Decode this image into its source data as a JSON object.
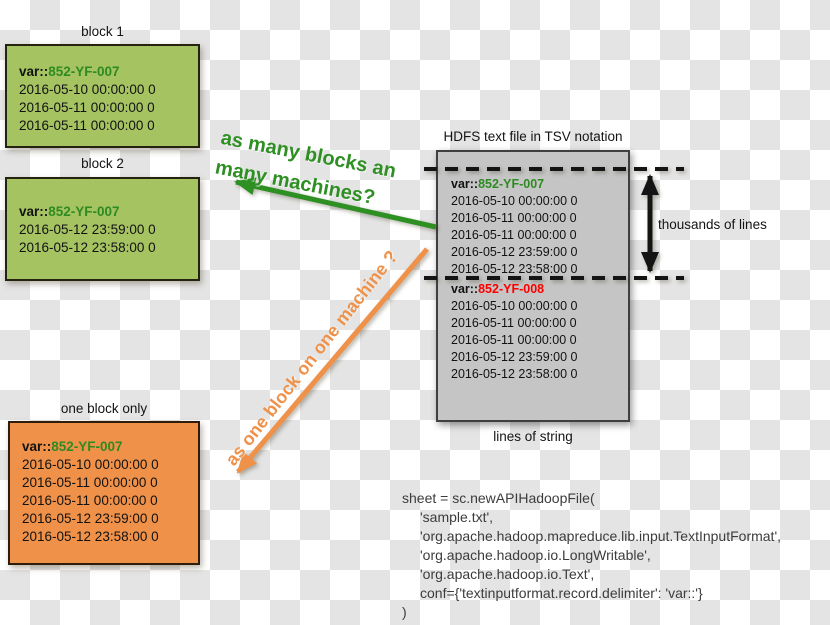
{
  "colors": {
    "block_green": "#a5c361",
    "block_orange": "#ef9149",
    "hdfs_gray": "#c5c5c5",
    "accent_green": "#2e8f23",
    "accent_orange": "#ef9149",
    "accent_red": "#ff0000",
    "checker_gray": "#e4e4e4"
  },
  "block1": {
    "title": "block 1",
    "var_prefix": "var::",
    "var_value": "852-YF-007",
    "rows": [
      "2016-05-10 00:00:00 0",
      "2016-05-11 00:00:00 0",
      "2016-05-11 00:00:00 0"
    ]
  },
  "block2": {
    "title": "block 2",
    "var_prefix": "var::",
    "var_value": "852-YF-007",
    "rows": [
      "2016-05-12 23:59:00 0",
      "2016-05-12 23:58:00 0"
    ]
  },
  "one_block": {
    "title": "one block only",
    "var_prefix": "var::",
    "var_value": "852-YF-007",
    "rows": [
      "2016-05-10 00:00:00 0",
      "2016-05-11 00:00:00 0",
      "2016-05-11 00:00:00 0",
      "2016-05-12 23:59:00 0",
      "2016-05-12 23:58:00 0"
    ]
  },
  "hdfs": {
    "title": "HDFS text file in TSV notation",
    "caption": "lines of string",
    "side_note": "thousands of lines",
    "section1": {
      "var_prefix": "var::",
      "var_value": "852-YF-007",
      "rows": [
        "2016-05-10 00:00:00 0",
        "2016-05-11 00:00:00 0",
        "2016-05-11 00:00:00 0",
        "2016-05-12 23:59:00 0",
        "2016-05-12 23:58:00 0"
      ]
    },
    "section2": {
      "var_prefix": "var::",
      "var_value": "852-YF-008",
      "rows": [
        "2016-05-10 00:00:00 0",
        "2016-05-11 00:00:00 0",
        "2016-05-11 00:00:00 0",
        "2016-05-12 23:59:00 0",
        "2016-05-12 23:58:00 0"
      ]
    }
  },
  "annotations": {
    "green_line1": "as many blocks an",
    "green_line2": "many machines?",
    "orange_text": "as one block on one machine ?"
  },
  "code": {
    "lines": [
      "sheet = sc.newAPIHadoopFile(",
      "'sample.txt',",
      "'org.apache.hadoop.mapreduce.lib.input.TextInputFormat',",
      "'org.apache.hadoop.io.LongWritable',",
      "'org.apache.hadoop.io.Text',",
      "conf={'textinputformat.record.delimiter': 'var::'}",
      ")"
    ]
  }
}
